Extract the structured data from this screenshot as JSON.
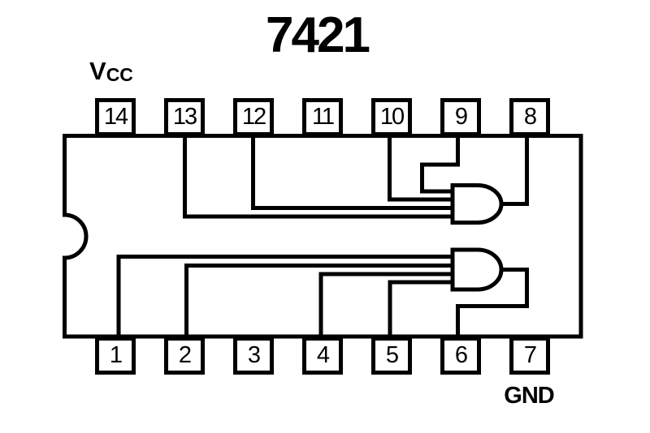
{
  "title": "7421",
  "labels": {
    "vcc_main": "V",
    "vcc_sub": "CC",
    "gnd": "GND"
  },
  "pins": {
    "top": [
      "14",
      "13",
      "12",
      "11",
      "10",
      "9",
      "8"
    ],
    "bottom": [
      "1",
      "2",
      "3",
      "4",
      "5",
      "6",
      "7"
    ]
  },
  "gates": [
    {
      "name": "gate-1-and4",
      "type": "4-input AND",
      "inputs": [
        "1",
        "2",
        "4",
        "5"
      ],
      "output": "6"
    },
    {
      "name": "gate-2-and4",
      "type": "4-input AND",
      "inputs": [
        "13",
        "12",
        "10",
        "9"
      ],
      "output": "8"
    }
  ],
  "power": {
    "vcc_pin": "14",
    "gnd_pin": "7"
  },
  "unconnected_pins": [
    "3",
    "11"
  ],
  "colors": {
    "line": "#000000",
    "background": "#ffffff"
  }
}
